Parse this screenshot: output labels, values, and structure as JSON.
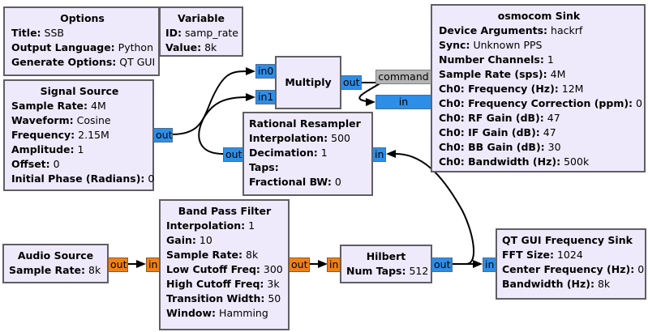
{
  "blocks": {
    "options": {
      "title": "Options",
      "params": [
        {
          "key": "Title:",
          "value": "SSB"
        },
        {
          "key": "Output Language:",
          "value": "Python"
        },
        {
          "key": "Generate Options:",
          "value": "QT GUI"
        }
      ]
    },
    "variable": {
      "title": "Variable",
      "params": [
        {
          "key": "ID:",
          "value": "samp_rate"
        },
        {
          "key": "Value:",
          "value": "8k"
        }
      ]
    },
    "signal_source": {
      "title": "Signal Source",
      "params": [
        {
          "key": "Sample Rate:",
          "value": "4M"
        },
        {
          "key": "Waveform:",
          "value": "Cosine"
        },
        {
          "key": "Frequency:",
          "value": "2.15M"
        },
        {
          "key": "Amplitude:",
          "value": "1"
        },
        {
          "key": "Offset:",
          "value": "0"
        },
        {
          "key": "Initial Phase (Radians):",
          "value": "0"
        }
      ],
      "ports": {
        "out": "out"
      }
    },
    "multiply": {
      "title": "Multiply",
      "ports": {
        "in0": "in0",
        "in1": "in1",
        "out": "out"
      }
    },
    "osmocom_sink": {
      "title": "osmocom Sink",
      "params": [
        {
          "key": "Device Arguments:",
          "value": "hackrf"
        },
        {
          "key": "Sync:",
          "value": "Unknown PPS"
        },
        {
          "key": "Number Channels:",
          "value": "1"
        },
        {
          "key": "Sample Rate (sps):",
          "value": "4M"
        },
        {
          "key": "Ch0: Frequency (Hz):",
          "value": "12M"
        },
        {
          "key": "Ch0: Frequency Correction (ppm):",
          "value": "0"
        },
        {
          "key": "Ch0: RF Gain (dB):",
          "value": "47"
        },
        {
          "key": "Ch0: IF Gain (dB):",
          "value": "47"
        },
        {
          "key": "Ch0: BB Gain (dB):",
          "value": "30"
        },
        {
          "key": "Ch0: Bandwidth (Hz):",
          "value": "500k"
        }
      ],
      "ports": {
        "command": "command",
        "in": "in"
      }
    },
    "rational_resampler": {
      "title": "Rational Resampler",
      "params": [
        {
          "key": "Interpolation:",
          "value": "500"
        },
        {
          "key": "Decimation:",
          "value": "1"
        },
        {
          "key": "Taps:",
          "value": ""
        },
        {
          "key": "Fractional BW:",
          "value": "0"
        }
      ],
      "ports": {
        "in": "in",
        "out": "out"
      }
    },
    "audio_source": {
      "title": "Audio Source",
      "params": [
        {
          "key": "Sample Rate:",
          "value": "8k"
        }
      ],
      "ports": {
        "out": "out"
      }
    },
    "band_pass_filter": {
      "title": "Band Pass Filter",
      "params": [
        {
          "key": "Interpolation:",
          "value": "1"
        },
        {
          "key": "Gain:",
          "value": "10"
        },
        {
          "key": "Sample Rate:",
          "value": "8k"
        },
        {
          "key": "Low Cutoff Freq:",
          "value": "300"
        },
        {
          "key": "High Cutoff Freq:",
          "value": "3k"
        },
        {
          "key": "Transition Width:",
          "value": "50"
        },
        {
          "key": "Window:",
          "value": "Hamming"
        }
      ],
      "ports": {
        "in": "in",
        "out": "out"
      }
    },
    "hilbert": {
      "title": "Hilbert",
      "params": [
        {
          "key": "Num Taps:",
          "value": "512"
        }
      ],
      "ports": {
        "in": "in",
        "out": "out"
      }
    },
    "qt_freq_sink": {
      "title": "QT GUI Frequency Sink",
      "params": [
        {
          "key": "FFT Size:",
          "value": "1024"
        },
        {
          "key": "Center Frequency (Hz):",
          "value": "0"
        },
        {
          "key": "Bandwidth (Hz):",
          "value": "8k"
        }
      ],
      "ports": {
        "in": "in"
      }
    }
  },
  "connections": [
    {
      "from": "signal_source.out",
      "to": "multiply.in0"
    },
    {
      "from": "rational_resampler.out",
      "to": "multiply.in1"
    },
    {
      "from": "multiply.out",
      "to": "osmocom_sink.in"
    },
    {
      "from": "audio_source.out",
      "to": "band_pass_filter.in"
    },
    {
      "from": "band_pass_filter.out",
      "to": "hilbert.in"
    },
    {
      "from": "hilbert.out",
      "to": "qt_freq_sink.in"
    },
    {
      "from": "hilbert.out",
      "to": "rational_resampler.in"
    }
  ],
  "colors": {
    "block_fill": "#efeafb",
    "complex_port": "#2d8ee8",
    "float_port": "#f08016",
    "message_port": "#b4b4b4"
  }
}
